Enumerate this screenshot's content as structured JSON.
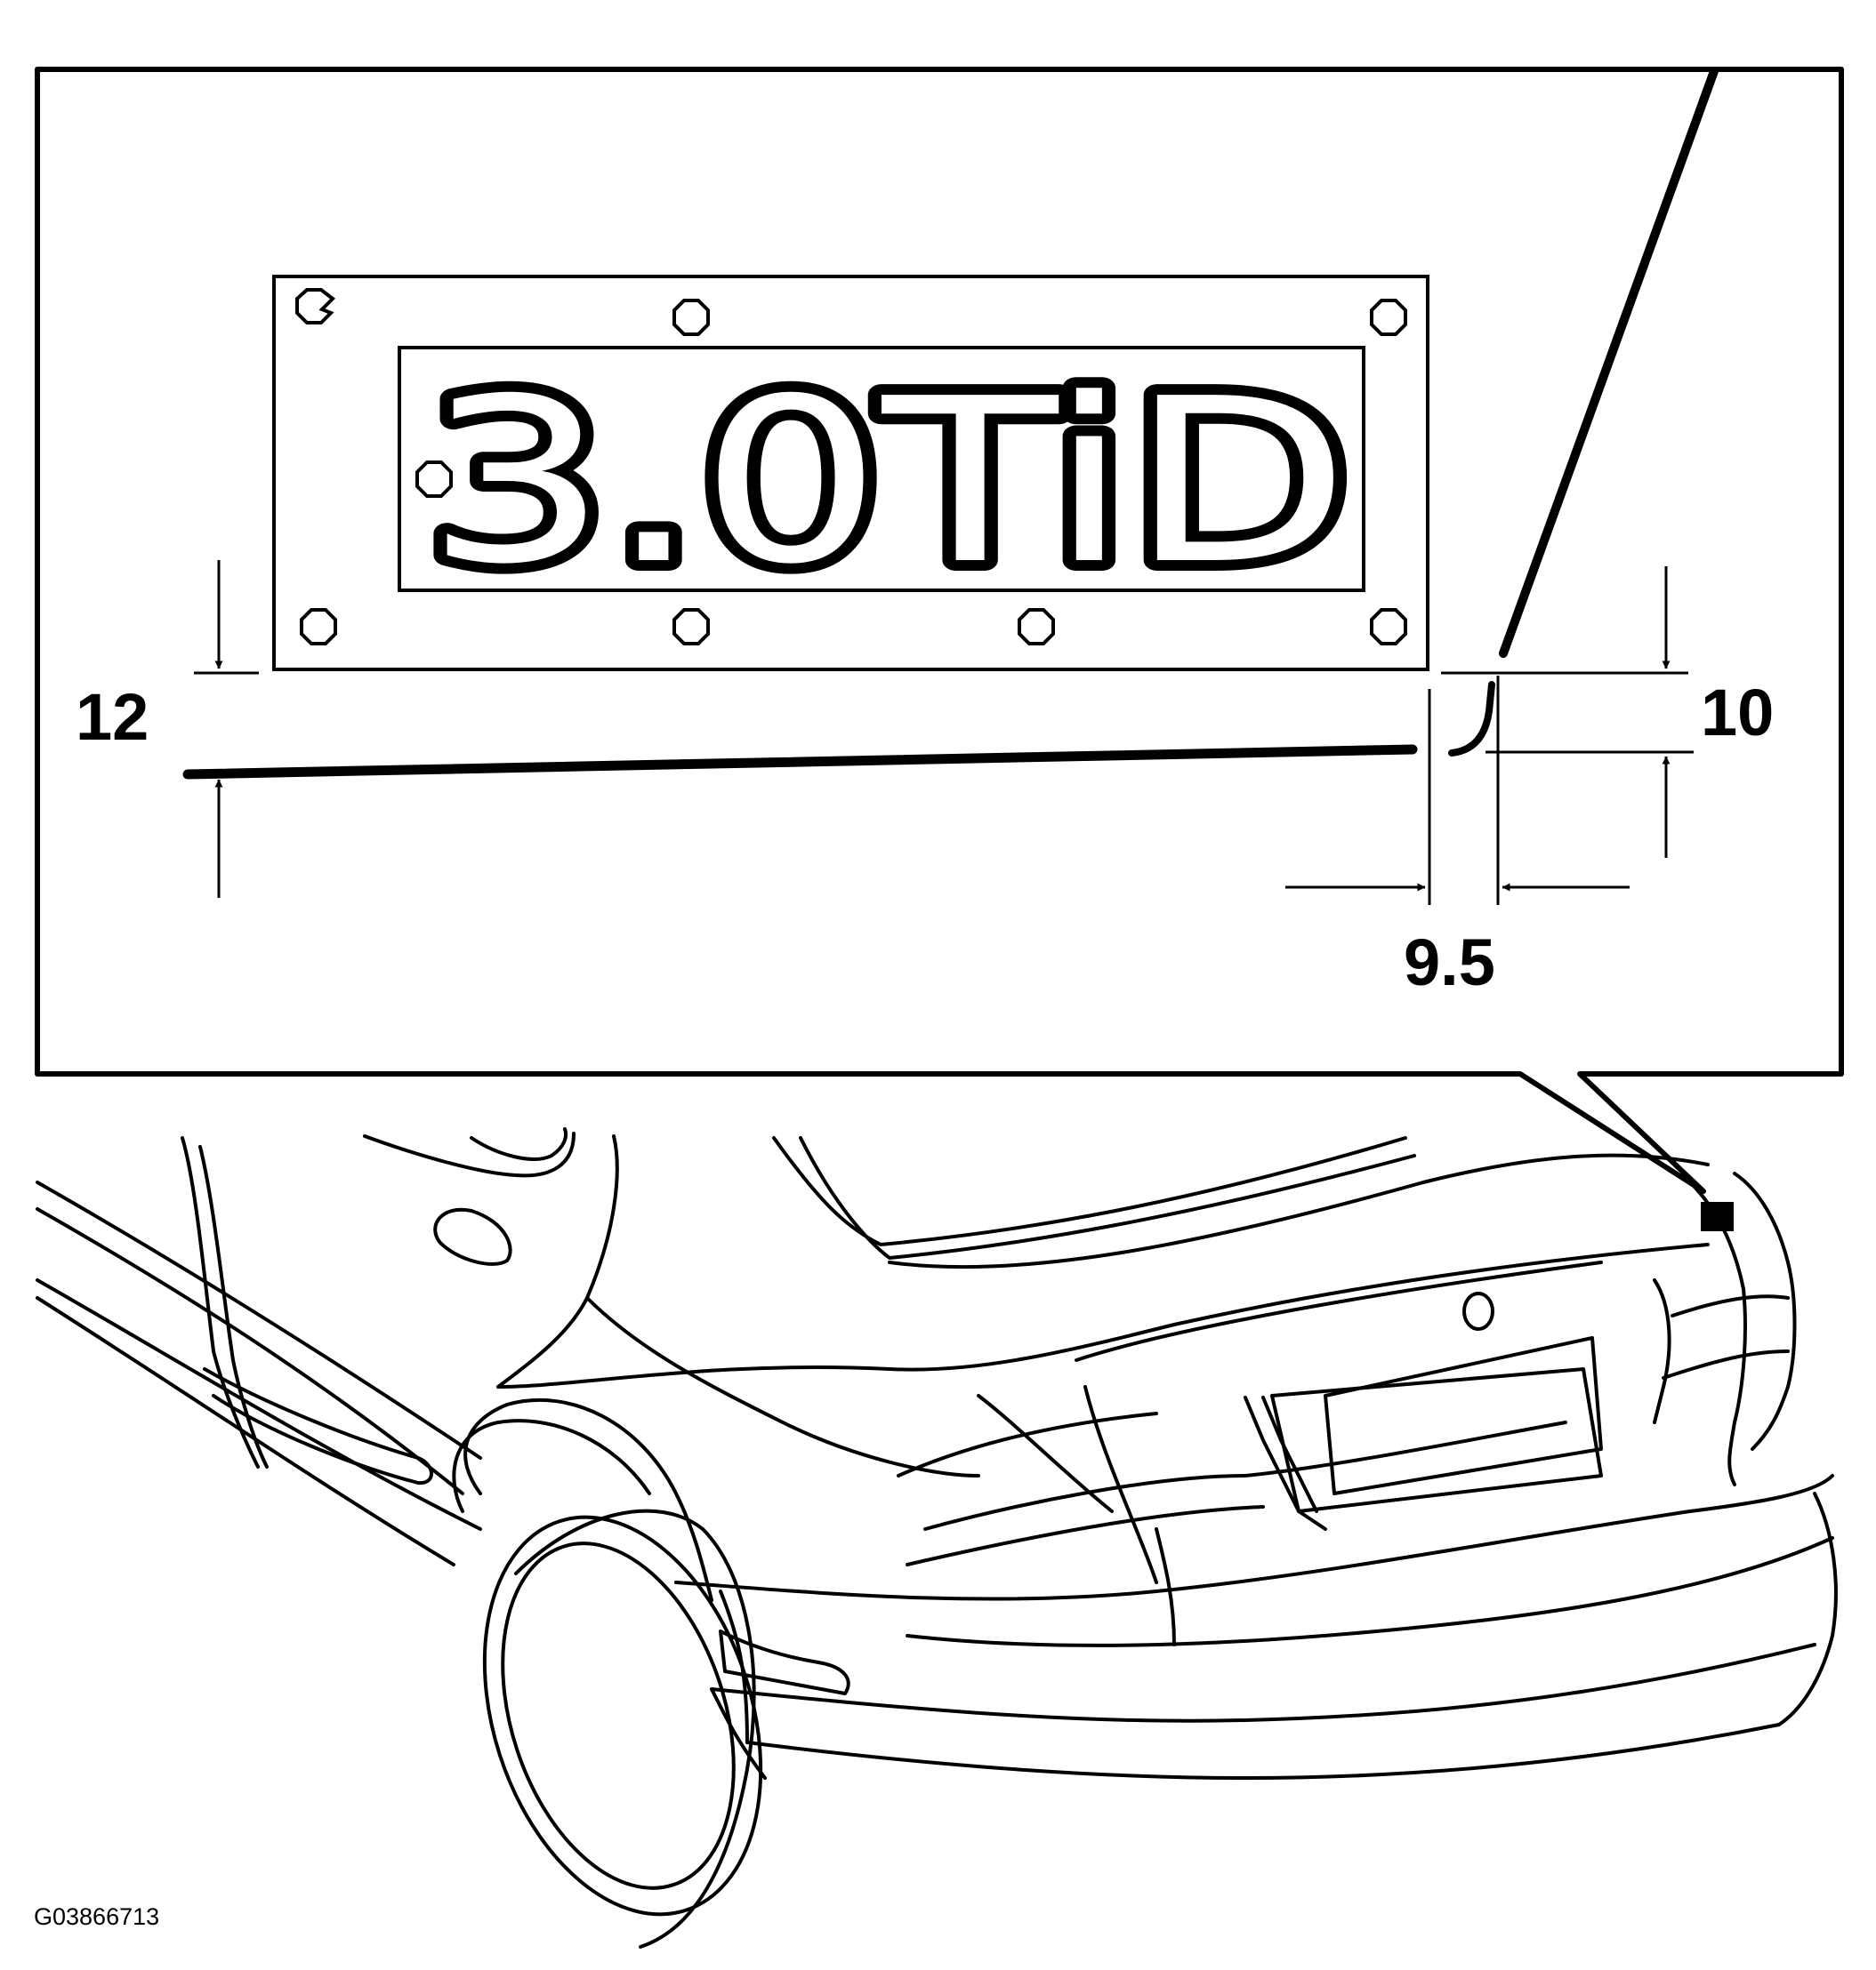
{
  "badge": {
    "text": "3.0TiD"
  },
  "dimensions": {
    "left_height": "12",
    "right_height": "10",
    "horizontal_gap": "9.5"
  },
  "figure": {
    "reference_code": "G03866713"
  },
  "colors": {
    "line": "#000000",
    "background": "#ffffff",
    "badge_fill": "#000000"
  }
}
